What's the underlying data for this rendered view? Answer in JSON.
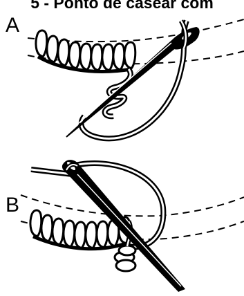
{
  "title": "5 - Ponto de casear com",
  "panels": [
    {
      "label": "A"
    },
    {
      "label": "B"
    }
  ],
  "colors": {
    "ink": "#000000",
    "paper": "#ffffff"
  }
}
